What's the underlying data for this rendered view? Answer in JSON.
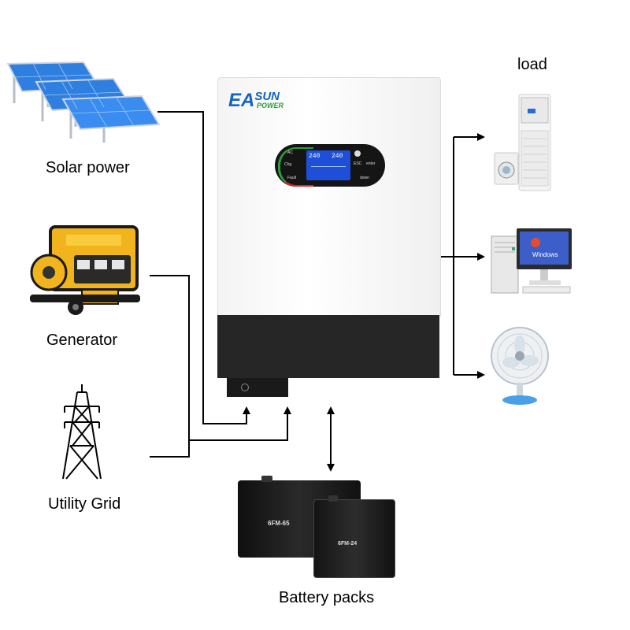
{
  "labels": {
    "solar": "Solar power",
    "generator": "Generator",
    "grid": "Utility Grid",
    "battery": "Battery packs",
    "load": "load"
  },
  "inverter": {
    "brand_ea": "EA",
    "brand_sun": "SUN",
    "brand_power": "POWER",
    "lcd_left": "240",
    "lcd_right": "240",
    "ind_ac": "AC",
    "ind_chg": "Chg",
    "ind_fault": "Fault",
    "btn_enter": "enter",
    "btn_esc": "ESC",
    "btn_down": "down"
  },
  "batteries": {
    "large_model": "6FM-65",
    "small_model": "6FM-24"
  },
  "load_items": {
    "pc_screen_text": "Windows"
  },
  "colors": {
    "line": "#000000",
    "inverter_body": "#ffffff",
    "inverter_base": "#262626",
    "brand_blue": "#1565c0",
    "brand_green": "#2e9d3a",
    "lcd": "#1d4fd8",
    "solar_panel": "#2f7fe0",
    "generator_yellow": "#f2b41c",
    "battery_body": "#1a1a1a"
  }
}
